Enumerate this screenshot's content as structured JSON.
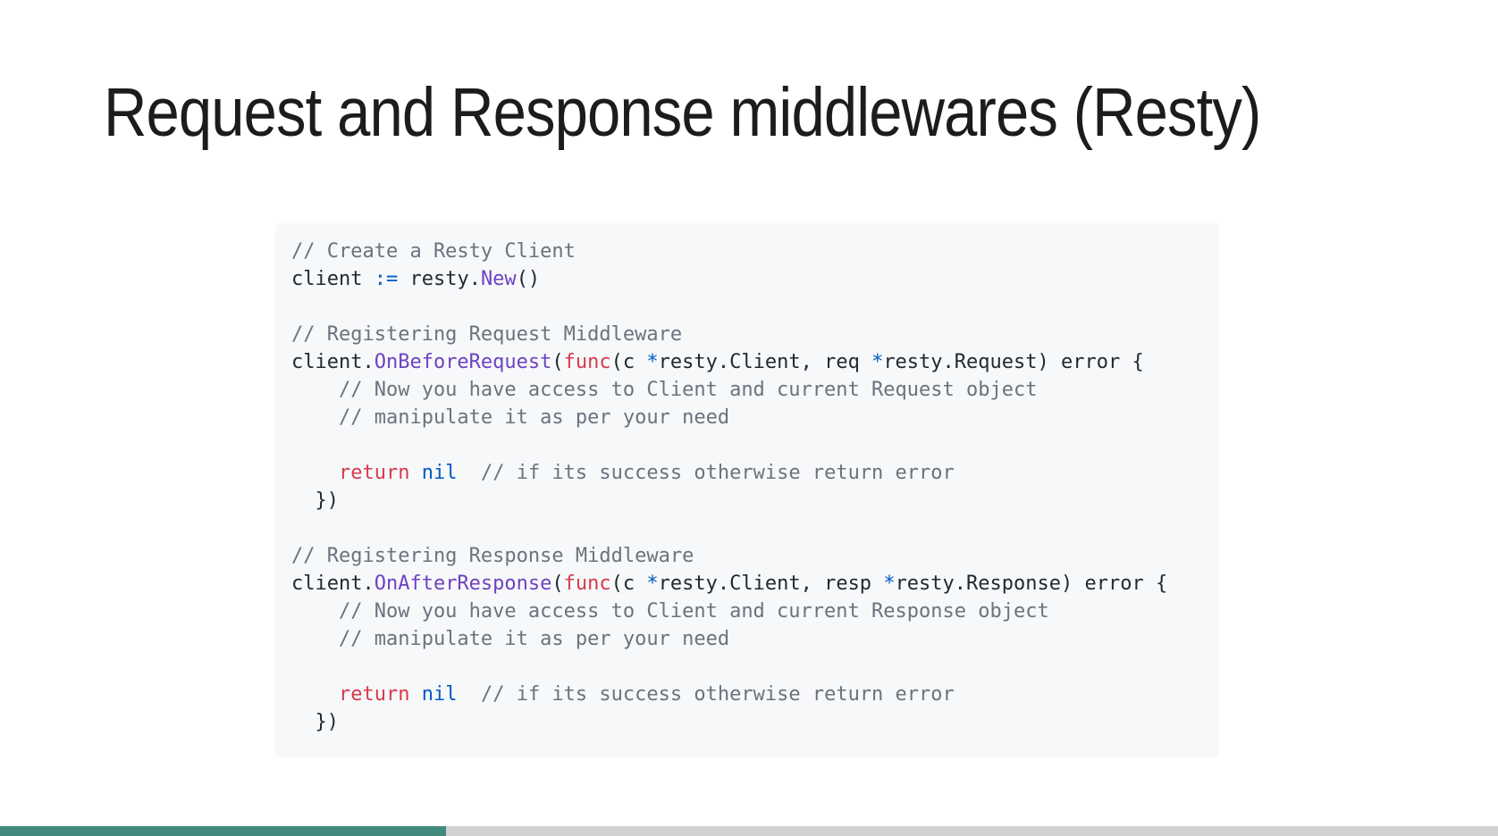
{
  "slide": {
    "title": "Request and Response middlewares (Resty)"
  },
  "code_block": {
    "language": "go",
    "background": "#f6f8fa",
    "lines": [
      [
        {
          "s": "comment",
          "t": "// Create a Resty Client"
        }
      ],
      [
        {
          "s": "plain",
          "t": "client "
        },
        {
          "s": "const",
          "t": ":="
        },
        {
          "s": "plain",
          "t": " resty."
        },
        {
          "s": "entity",
          "t": "New"
        },
        {
          "s": "plain",
          "t": "()"
        }
      ],
      [],
      [
        {
          "s": "comment",
          "t": "// Registering Request Middleware"
        }
      ],
      [
        {
          "s": "plain",
          "t": "client."
        },
        {
          "s": "entity",
          "t": "OnBeforeRequest"
        },
        {
          "s": "plain",
          "t": "("
        },
        {
          "s": "keyword",
          "t": "func"
        },
        {
          "s": "plain",
          "t": "(c "
        },
        {
          "s": "const",
          "t": "*"
        },
        {
          "s": "plain",
          "t": "resty.Client, req "
        },
        {
          "s": "const",
          "t": "*"
        },
        {
          "s": "plain",
          "t": "resty.Request) error {"
        }
      ],
      [
        {
          "s": "comment",
          "t": "    // Now you have access to Client and current Request object"
        }
      ],
      [
        {
          "s": "comment",
          "t": "    // manipulate it as per your need"
        }
      ],
      [],
      [
        {
          "s": "plain",
          "t": "    "
        },
        {
          "s": "keyword",
          "t": "return"
        },
        {
          "s": "plain",
          "t": " "
        },
        {
          "s": "const",
          "t": "nil"
        },
        {
          "s": "plain",
          "t": "  "
        },
        {
          "s": "comment",
          "t": "// if its success otherwise return error"
        }
      ],
      [
        {
          "s": "plain",
          "t": "  })"
        }
      ],
      [],
      [
        {
          "s": "comment",
          "t": "// Registering Response Middleware"
        }
      ],
      [
        {
          "s": "plain",
          "t": "client."
        },
        {
          "s": "entity",
          "t": "OnAfterResponse"
        },
        {
          "s": "plain",
          "t": "("
        },
        {
          "s": "keyword",
          "t": "func"
        },
        {
          "s": "plain",
          "t": "(c "
        },
        {
          "s": "const",
          "t": "*"
        },
        {
          "s": "plain",
          "t": "resty.Client, resp "
        },
        {
          "s": "const",
          "t": "*"
        },
        {
          "s": "plain",
          "t": "resty.Response) error {"
        }
      ],
      [
        {
          "s": "comment",
          "t": "    // Now you have access to Client and current Response object"
        }
      ],
      [
        {
          "s": "comment",
          "t": "    // manipulate it as per your need"
        }
      ],
      [],
      [
        {
          "s": "plain",
          "t": "    "
        },
        {
          "s": "keyword",
          "t": "return"
        },
        {
          "s": "plain",
          "t": " "
        },
        {
          "s": "const",
          "t": "nil"
        },
        {
          "s": "plain",
          "t": "  "
        },
        {
          "s": "comment",
          "t": "// if its success otherwise return error"
        }
      ],
      [
        {
          "s": "plain",
          "t": "  })"
        }
      ]
    ]
  },
  "colors": {
    "syntax_plain": "#24292e",
    "syntax_comment": "#6a737d",
    "syntax_keyword": "#d73a49",
    "syntax_entity": "#6f42c1",
    "syntax_constant": "#005cc5",
    "title_text": "#1c1c1c",
    "progress_fill": "#41897d",
    "progress_track": "#d2d2d2"
  },
  "footer": {
    "progress_percent": 29.8
  }
}
